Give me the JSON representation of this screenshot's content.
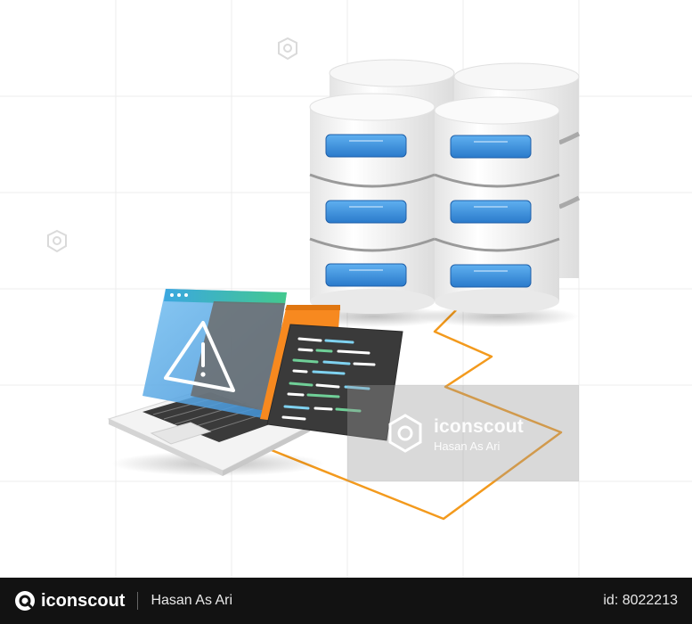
{
  "watermark": {
    "brand": "iconscout",
    "author": "Hasan As Ari"
  },
  "footer": {
    "brand": "iconscout",
    "author": "Hasan As Ari",
    "asset_id": "id: 8022213"
  },
  "colors": {
    "database_body": "#f2f2f2",
    "drive_slot": "#3a8ede",
    "cable": "#f39a1d",
    "browser_header": "#3fbf8f",
    "browser_panel": "#5aa9e6",
    "code_panel": "#3a3a3a",
    "orange_panel": "#f7891f",
    "footer_bg": "#121212"
  },
  "icons": [
    "warning-icon",
    "iconscout-logo-icon",
    "watermark-search-icon"
  ]
}
